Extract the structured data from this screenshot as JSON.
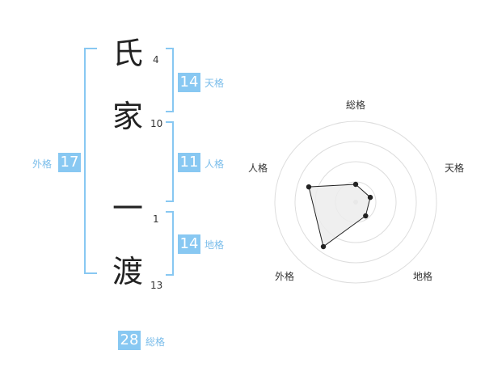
{
  "name": {
    "characters": [
      {
        "char": "氏",
        "strokes": "4"
      },
      {
        "char": "家",
        "strokes": "10"
      },
      {
        "char": "一",
        "strokes": "1"
      },
      {
        "char": "渡",
        "strokes": "13"
      }
    ]
  },
  "fortunes": {
    "tenkaku": {
      "value": "14",
      "label": "天格"
    },
    "jinkaku": {
      "value": "11",
      "label": "人格"
    },
    "chikaku": {
      "value": "14",
      "label": "地格"
    },
    "gaikaku": {
      "value": "17",
      "label": "外格"
    },
    "soukaku": {
      "value": "28",
      "label": "総格"
    }
  },
  "colors": {
    "accent": "#88c8f2",
    "label": "#7bbdea",
    "radar_fill": "#ececec",
    "radar_line": "#222222",
    "grid": "#dddddd"
  },
  "chart_data": {
    "type": "radar",
    "axes": [
      "総格",
      "天格",
      "地格",
      "外格",
      "人格"
    ],
    "values": [
      0.22,
      0.19,
      0.21,
      0.68,
      0.61
    ],
    "range": [
      0,
      1
    ],
    "rings": 4,
    "grid": true
  }
}
